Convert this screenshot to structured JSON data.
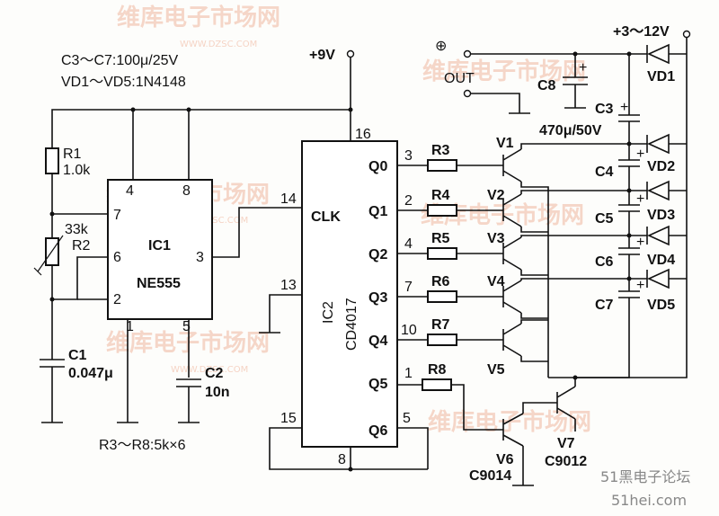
{
  "notes": {
    "caps": "C3～C7:100μ/25V",
    "diodes": "VD1～VD5:1N4148",
    "resistors": "R3～R8:5k×6"
  },
  "supply": {
    "vcc": "+9V",
    "vin": "+3～12V",
    "plus": "⊕",
    "out": "OUT"
  },
  "ic1": {
    "name": "IC1",
    "part": "NE555",
    "pins": [
      "4",
      "8",
      "7",
      "6",
      "2",
      "1",
      "5",
      "3"
    ]
  },
  "ic2": {
    "name": "IC2",
    "part": "CD4017",
    "pin16": "16",
    "pin14": "14",
    "pin13": "13",
    "pin15": "15",
    "pin8": "8",
    "clk": "CLK",
    "outputs": [
      {
        "q": "Q0",
        "pin": "3"
      },
      {
        "q": "Q1",
        "pin": "2"
      },
      {
        "q": "Q2",
        "pin": "4"
      },
      {
        "q": "Q3",
        "pin": "7"
      },
      {
        "q": "Q4",
        "pin": "10"
      },
      {
        "q": "Q5",
        "pin": "1"
      },
      {
        "q": "Q6",
        "pin": "5"
      }
    ]
  },
  "components": {
    "r1": "R1",
    "r1v": "1.0k",
    "r2": "R2",
    "r2v": "33k",
    "c1": "C1",
    "c1v": "0.047μ",
    "c2": "C2",
    "c2v": "10n",
    "r3": "R3",
    "r4": "R4",
    "r5": "R5",
    "r6": "R6",
    "r7": "R7",
    "r8": "R8",
    "v1": "V1",
    "v2": "V2",
    "v3": "V3",
    "v4": "V4",
    "v5": "V5",
    "v6": "V6",
    "v6p": "C9014",
    "v7": "V7",
    "v7p": "C9012",
    "c3": "C3",
    "c3v": "470μ/50V",
    "c4": "C4",
    "c5": "C5",
    "c6": "C6",
    "c7": "C7",
    "c8": "C8",
    "vd1": "VD1",
    "vd2": "VD2",
    "vd3": "VD3",
    "vd4": "VD4",
    "vd5": "VD5",
    "cplus": "+"
  },
  "watermark": {
    "text": "维库电子市场网",
    "url": "WWW.DZSC.COM",
    "logo1": "51黑电子论坛",
    "logo2": "51hei.com"
  }
}
